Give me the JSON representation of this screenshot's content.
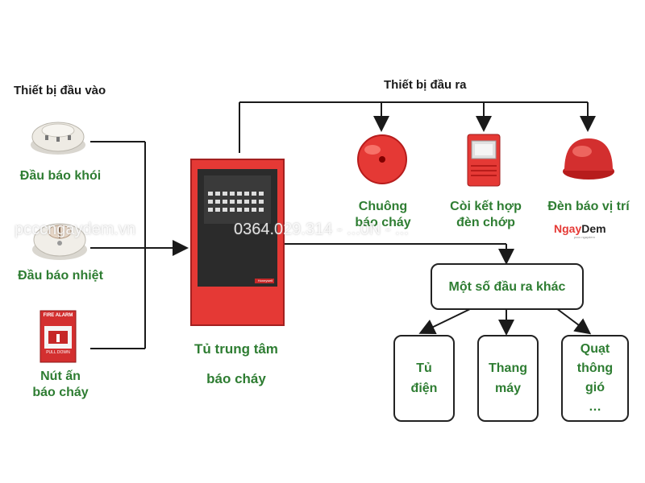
{
  "inputs": {
    "header": "Thiết bị đầu vào",
    "smoke_label": "Đầu báo khói",
    "heat_label": "Đầu báo nhiệt",
    "call_point_label": "Nút ấn\nbáo cháy",
    "call_point_sign": "FIRE ALARM",
    "call_point_sub": "PULL DOWN"
  },
  "panel": {
    "label_line1": "Tủ trung tâm",
    "label_line2": "báo cháy",
    "brand": "Honeywell",
    "color": "#e53935"
  },
  "outputs": {
    "header": "Thiết bị đầu ra",
    "bell_label": "Chuông\nbáo cháy",
    "horn_label": "Còi kết hợp\nđèn chớp",
    "beacon_label": "Đèn báo vị trí",
    "other_header": "Một số đầu ra khác",
    "other_items": [
      "Tủ\nđiện",
      "Thang\nmáy",
      "Quạt\nthông\ngió\n…"
    ]
  },
  "logo": {
    "part1": "Ngay",
    "part2": "Dem",
    "tagline": "pccc ngaydem"
  },
  "watermark": {
    "site": "pcccngaydem.vn",
    "phone": "0364.029.314 - ...0N - ..."
  },
  "colors": {
    "label_green": "#2e7d32",
    "line": "#1a1a1a",
    "red": "#e53935"
  }
}
